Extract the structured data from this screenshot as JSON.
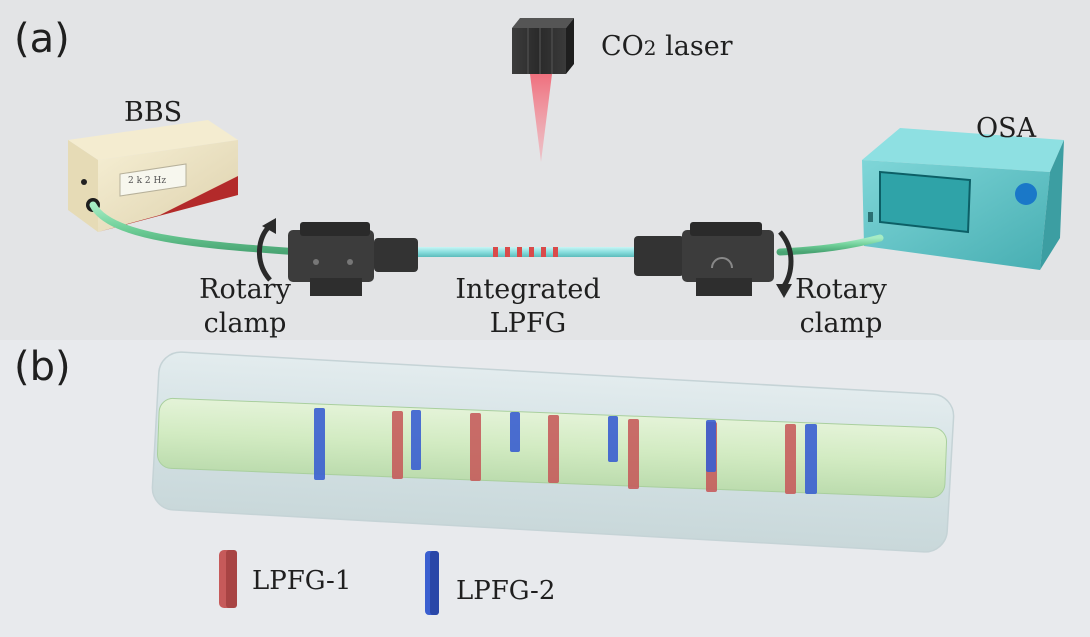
{
  "panel_a": {
    "label": "(a)",
    "laser": {
      "name": "CO",
      "subscript": "2",
      "suffix": " laser"
    },
    "bbs": {
      "label": "BBS",
      "display_text": "2 k 2 Hz"
    },
    "osa": {
      "label": "OSA"
    },
    "grating_label": {
      "line1": "Integrated",
      "line2": "LPFG"
    },
    "clamp_left": {
      "line1": "Rotary",
      "line2": "clamp"
    },
    "clamp_right": {
      "line1": "Rotary",
      "line2": "clamp"
    }
  },
  "panel_b": {
    "label": "(b)",
    "legend": [
      {
        "name": "LPFG-1",
        "color": "#c65a5a"
      },
      {
        "name": "LPFG-2",
        "color": "#3a5fd0"
      }
    ]
  },
  "colors": {
    "background_top": "#e3e4e6",
    "background_bottom": "#e9ebee",
    "fiber_cable": "#7fd6a6",
    "fiber_bare": "#8fe3e3",
    "osa_body": "#5fc4c6",
    "bbs_body": "#efe6c8",
    "bbs_accent": "#b32a2a",
    "clamp": "#3a3a3a",
    "laser_beam": "#f06a78",
    "core": "#d4ebc6",
    "cladding": "#d6e3e6"
  }
}
